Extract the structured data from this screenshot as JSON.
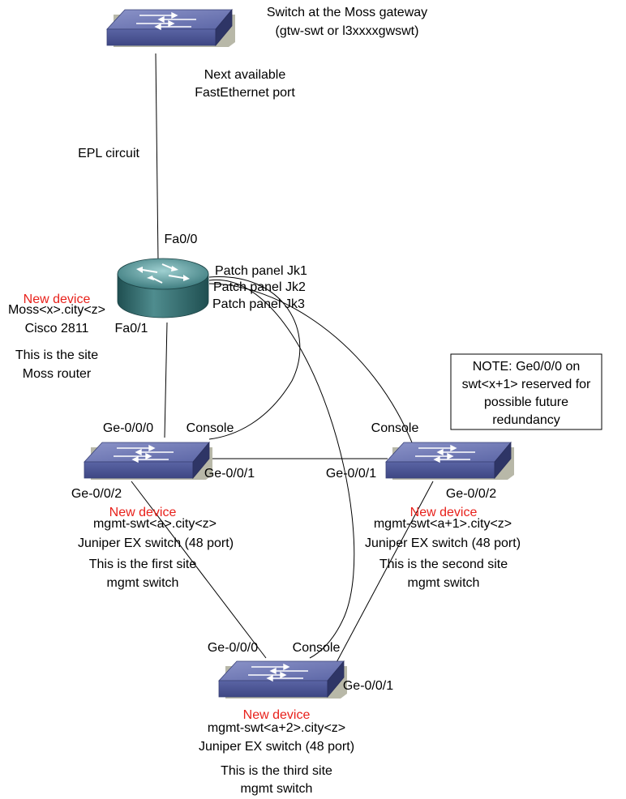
{
  "gateway_switch": {
    "title": "Switch at the Moss gateway",
    "subtitle": "(gtw-swt or l3xxxxgwswt)",
    "port_line1": "Next available",
    "port_line2": "FastEthernet port"
  },
  "link_epl": "EPL circuit",
  "router": {
    "new_label": "New device",
    "hostname": "Moss<x>.city<z>",
    "model": "Cisco 2811",
    "desc_line1": "This is the site",
    "desc_line2": "Moss router",
    "port_fa00": "Fa0/0",
    "port_fa01": "Fa0/1",
    "jk1": "Patch panel Jk1",
    "jk2": "Patch panel Jk2",
    "jk3": "Patch panel Jk3"
  },
  "switch1": {
    "port_ge000": "Ge-0/0/0",
    "console": "Console",
    "port_ge001": "Ge-0/0/1",
    "port_ge002": "Ge-0/0/2",
    "new_label": "New device",
    "hostname": "mgmt-swt<a>.city<z>",
    "model": "Juniper EX switch (48 port)",
    "desc_line1": "This is the first site",
    "desc_line2": "mgmt switch"
  },
  "switch2": {
    "console": "Console",
    "port_ge001": "Ge-0/0/1",
    "port_ge002": "Ge-0/0/2",
    "new_label": "New device",
    "hostname": "mgmt-swt<a+1>.city<z>",
    "model": "Juniper EX switch (48 port)",
    "desc_line1": "This is the second site",
    "desc_line2": "mgmt switch"
  },
  "switch3": {
    "port_ge000": "Ge-0/0/0",
    "console": "Console",
    "port_ge001": "Ge-0/0/1",
    "new_label": "New device",
    "hostname": "mgmt-swt<a+2>.city<z>",
    "model": "Juniper EX switch (48 port)",
    "desc_line1": "This is the third site",
    "desc_line2": "mgmt switch"
  },
  "note": {
    "line1": "NOTE: Ge0/0/0 on",
    "line2": "swt<x+1> reserved for",
    "line3": "possible future",
    "line4": "redundancy"
  },
  "colors": {
    "switch_top": "#6e78b4",
    "switch_front": "#4a5390",
    "switch_side": "#333c70",
    "router_top": "#5e9a9c",
    "router_body": "#2f6264",
    "new_device_red": "#e8211b"
  }
}
